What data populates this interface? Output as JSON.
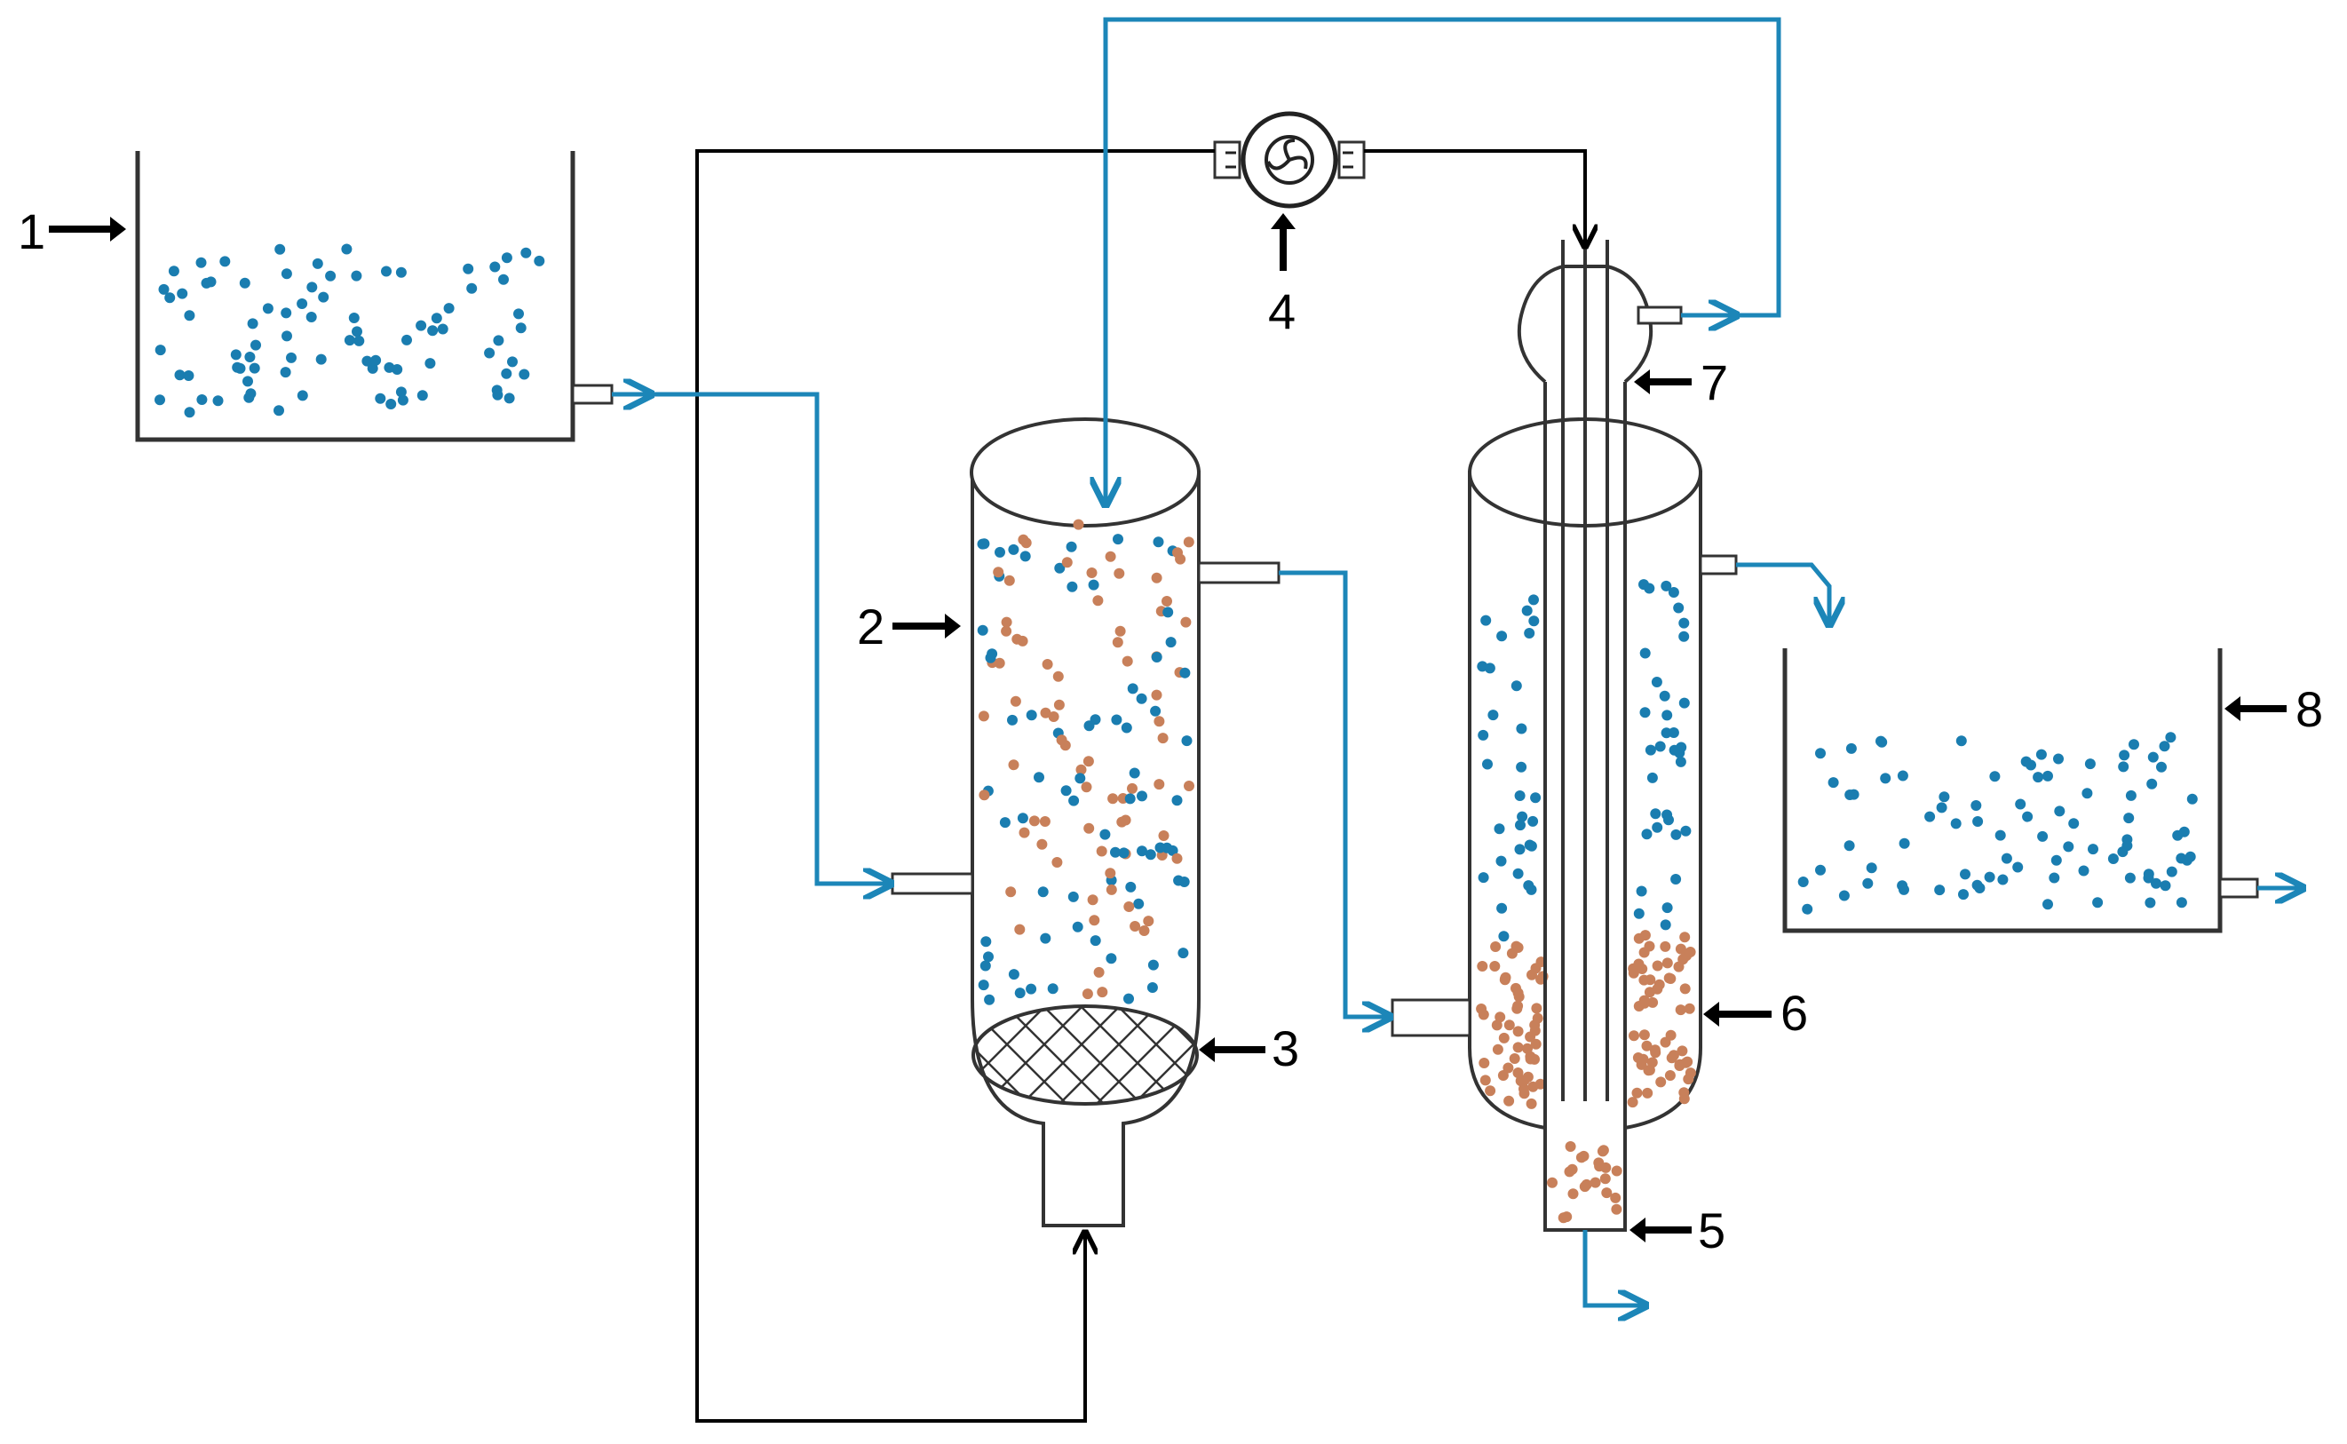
{
  "labels": {
    "feed_tank": "1",
    "adsorption_column": "2",
    "support_mesh": "3",
    "pump": "4",
    "sediment_outlet": "5",
    "settling_column": "6",
    "central_tube": "7",
    "collection_tank": "8"
  },
  "colors": {
    "water_line": "#1c86b8",
    "air_line": "#000000",
    "blue_particle": "#1a7db0",
    "brown_particle": "#c8805a",
    "vessel_outline": "#333333"
  },
  "icons": {
    "pump": "pump-icon",
    "mesh": "crosshatch-mesh-icon"
  }
}
